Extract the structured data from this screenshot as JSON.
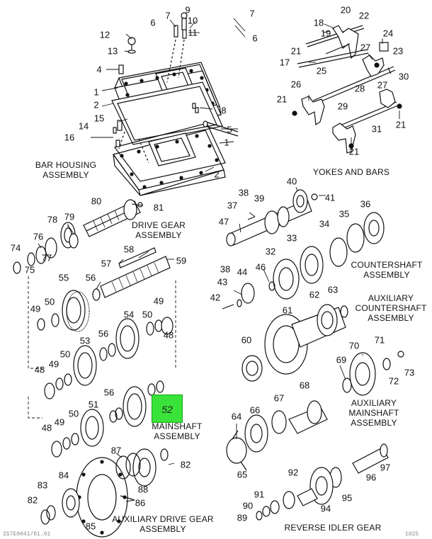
{
  "captions": {
    "bar_housing": [
      "BAR HOUSING",
      "ASSEMBLY"
    ],
    "yokes_bars": [
      "YOKES AND BARS"
    ],
    "drive_gear": [
      "DRIVE GEAR",
      "ASSEMBLY"
    ],
    "countershaft": [
      "COUNTERSHAFT",
      "ASSEMBLY"
    ],
    "aux_countershaft": [
      "AUXILIARY",
      "COUNTERSHAFT",
      "ASSEMBLY"
    ],
    "aux_mainshaft": [
      "AUXILIARY",
      "MAINSHAFT",
      "ASSEMBLY"
    ],
    "mainshaft": [
      "MAINSHAFT",
      "ASSEMBLY"
    ],
    "aux_drive_gear": [
      "AUXILIARY DRIVE GEAR",
      "ASSEMBLY"
    ],
    "reverse_idler": [
      "REVERSE IDLER GEAR",
      "ASSEMBLY"
    ]
  },
  "highlight": {
    "part": "52",
    "color": "#39e339"
  },
  "footer": {
    "left": "2S7E0041/01.01",
    "right": "1025"
  },
  "labels": [
    "9",
    "7",
    "10",
    "6",
    "11",
    "12",
    "13",
    "4",
    "1",
    "2",
    "8",
    "15",
    "14",
    "16",
    "5",
    "1",
    "2",
    "7",
    "6",
    "18",
    "20",
    "22",
    "19",
    "24",
    "21",
    "27",
    "23",
    "17",
    "25",
    "30",
    "28",
    "27",
    "26",
    "21",
    "29",
    "31",
    "21",
    "21",
    "80",
    "81",
    "78",
    "79",
    "76",
    "74",
    "77",
    "75",
    "55",
    "56",
    "58",
    "57",
    "59",
    "49",
    "50",
    "54",
    "50",
    "49",
    "48",
    "53",
    "56",
    "50",
    "49",
    "48",
    "51",
    "56",
    "50",
    "49",
    "48",
    "40",
    "41",
    "38",
    "39",
    "37",
    "47",
    "36",
    "35",
    "34",
    "33",
    "32",
    "38",
    "44",
    "46",
    "43",
    "42",
    "63",
    "62",
    "61",
    "60",
    "70",
    "71",
    "69",
    "72",
    "73",
    "68",
    "67",
    "66",
    "64",
    "65",
    "87",
    "82",
    "84",
    "83",
    "82",
    "88",
    "86",
    "85",
    "92",
    "91",
    "90",
    "89",
    "94",
    "95",
    "96",
    "97"
  ]
}
